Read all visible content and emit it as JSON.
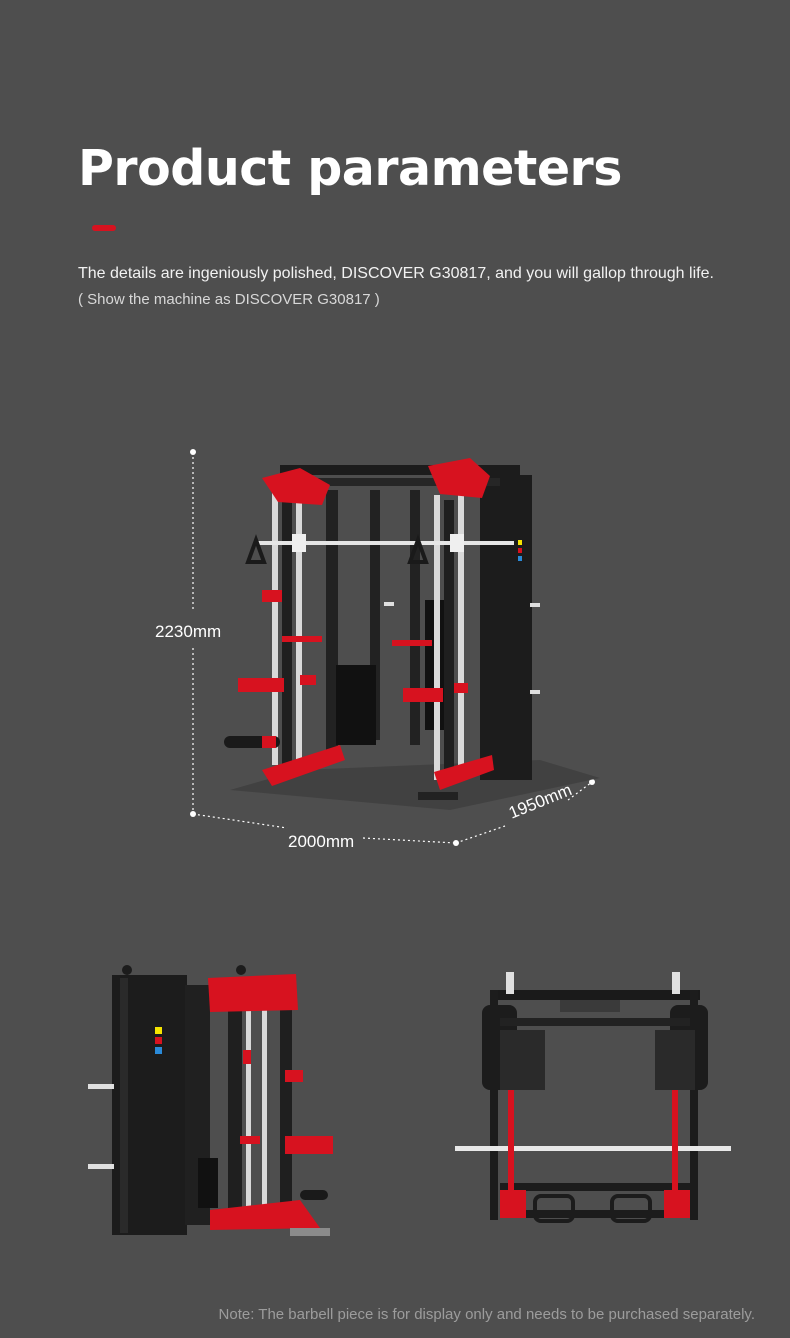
{
  "header": {
    "title": "Product parameters",
    "accent_color": "#d7121f"
  },
  "intro": {
    "description": "The details are ingeniously polished, DISCOVER G30817, and you will gallop through life.",
    "note": "( Show the machine as DISCOVER G30817 )"
  },
  "dimensions": {
    "height": "2230mm",
    "width": "2000mm",
    "depth": "1950mm"
  },
  "footer": {
    "note": "Note: The barbell piece is for display only and needs to be purchased separately."
  },
  "colors": {
    "background": "#4e4e4e",
    "frame_dark": "#1c1c1c",
    "frame_red": "#d7121f",
    "chrome": "#d9d9d9"
  },
  "images": {
    "main": "smith-machine-front-three-quarter",
    "side": "smith-machine-side-view",
    "top": "smith-machine-top-view"
  },
  "icons": {
    "logo_squares": [
      "yellow-square-icon",
      "red-square-icon",
      "blue-square-icon"
    ]
  }
}
